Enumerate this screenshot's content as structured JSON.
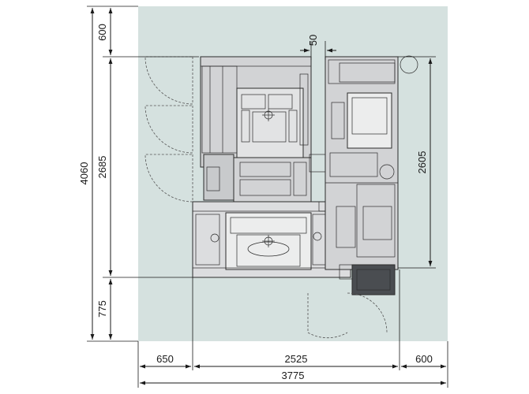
{
  "dimensions": {
    "left_top": "600",
    "left_middle": "2685",
    "left_bottom": "775",
    "left_total": "4060",
    "gap": "50",
    "right": "2605",
    "bottom_left": "650",
    "bottom_middle": "2525",
    "bottom_right": "600",
    "bottom_total": "3775"
  },
  "colors": {
    "floor_area": "#d5e1df",
    "machine_body": "#d2d3d5",
    "machine_dark": "#9ea1a5",
    "machine_light": "#eceded",
    "line": "#1a1a1a"
  }
}
